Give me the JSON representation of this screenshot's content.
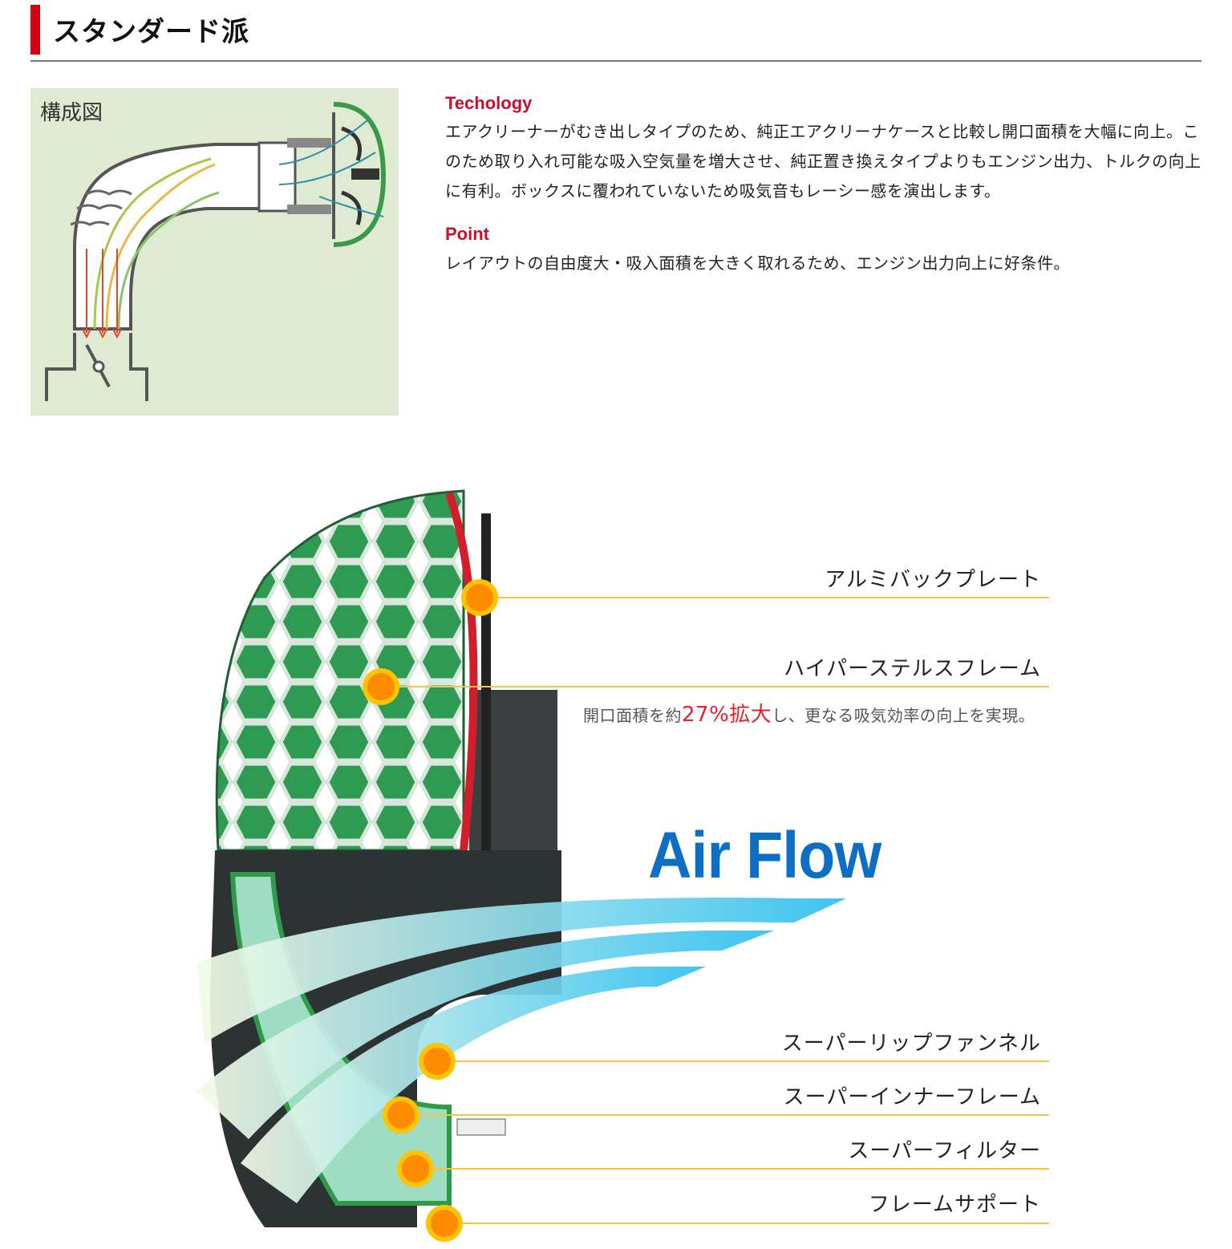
{
  "header": {
    "title": "スタンダード派"
  },
  "diagram": {
    "label": "構成図"
  },
  "sections": [
    {
      "heading": "Techology",
      "body": "エアクリーナーがむき出しタイプのため、純正エアクリーナケースと比較し開口面積を大幅に向上。このため取り入れ可能な吸入空気量を増大させ、純正置き換えタイプよりもエンジン出力、トルクの向上に有利。ボックスに覆われていないため吸気音もレーシー感を演出します。"
    },
    {
      "heading": "Point",
      "body": "レイアウトの自由度大・吸入面積を大きく取れるため、エンジン出力向上に好条件。"
    }
  ],
  "product": {
    "airflow_label": "Air Flow",
    "callouts": [
      {
        "label": "アルミバックプレート"
      },
      {
        "label": "ハイパーステルスフレーム",
        "sub_pre": "開口面積を約",
        "sub_highlight": "27%拡大",
        "sub_post": "し、更なる吸気効率の向上を実現。"
      },
      {
        "label": "スーパーリップファンネル"
      },
      {
        "label": "スーパーインナーフレーム"
      },
      {
        "label": "スーパーフィルター"
      },
      {
        "label": "フレームサポート"
      }
    ]
  },
  "colors": {
    "accent_red": "#d7000f",
    "heading_red": "#c8102e",
    "airflow_blue": "#0d6fc4",
    "callout_dot": "#ff8c00",
    "callout_line": "#f5c542",
    "filter_green": "#2e9a4a"
  }
}
